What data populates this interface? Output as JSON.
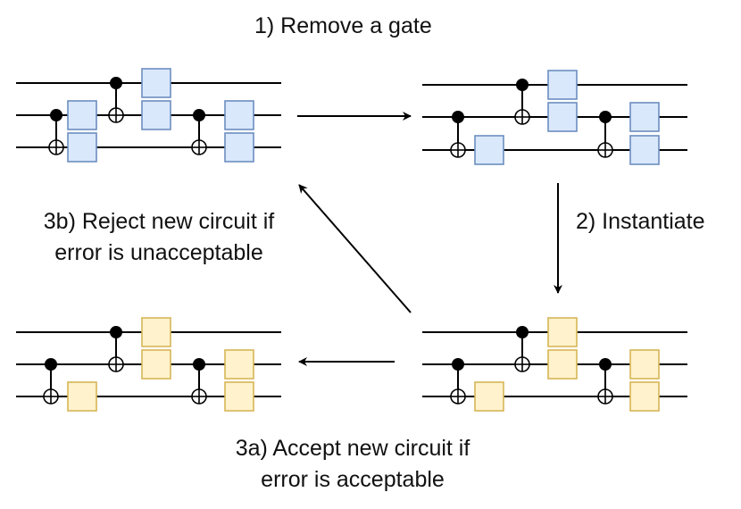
{
  "steps": {
    "remove": "1) Remove a gate",
    "instantiate": "2) Instantiate",
    "reject_line1": "3b) Reject new circuit if",
    "reject_line2": "error is unacceptable",
    "accept_line1": "3a) Accept new circuit if",
    "accept_line2": "error is acceptable"
  },
  "colors": {
    "blue_fill": "#dae8fc",
    "blue_stroke": "#6c8ebf",
    "yellow_fill": "#fff2cc",
    "yellow_stroke": "#d6b656",
    "wire": "#000000"
  },
  "circuits": [
    {
      "id": "original",
      "style": "blue",
      "removed_gate": false
    },
    {
      "id": "gate-removed",
      "style": "blue",
      "removed_gate": true
    },
    {
      "id": "instantiated",
      "style": "yellow",
      "removed_gate": true
    },
    {
      "id": "accepted",
      "style": "yellow",
      "removed_gate": true
    }
  ]
}
